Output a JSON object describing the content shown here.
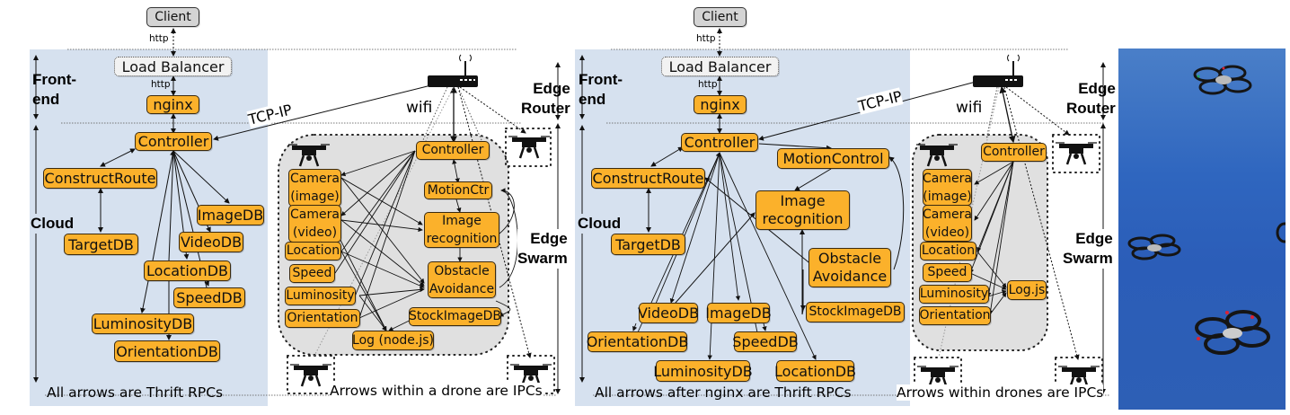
{
  "colors": {
    "service_fill": "#fbb12b",
    "client_fill": "#d4d4d4",
    "cloud_bg": "#d6e1ef",
    "swarm_bg": "#e0e0e0",
    "sky": "#2d62bb"
  },
  "left": {
    "client": "Client",
    "http_top": "http",
    "load_balancer": "Load Balancer",
    "http_mid": "http",
    "nginx": "nginx",
    "tcp_ip": "TCP-IP",
    "wifi": "wifi",
    "tiers": {
      "frontend": "Front-end",
      "frontend_l1": "Front-",
      "frontend_l2": "end",
      "cloud": "Cloud",
      "edge_router_l1": "Edge",
      "edge_router_l2": "Router",
      "edge_swarm_l1": "Edge",
      "edge_swarm_l2": "Swarm"
    },
    "cloud_nodes": {
      "controller": "Controller",
      "construct_route": "ConstructRoute",
      "target_db": "TargetDB",
      "image_db": "ImageDB",
      "video_db": "VideoDB",
      "location_db": "LocationDB",
      "speed_db": "SpeedDB",
      "luminosity_db": "LuminosityDB",
      "orientation_db": "OrientationDB"
    },
    "drone_nodes": {
      "controller": "Controller",
      "camera_image": "Camera (image)",
      "camera_video": "Camera (video)",
      "location": "Location",
      "speed": "Speed",
      "luminosity": "Luminosity",
      "orientation": "Orientation",
      "motion_ctr": "MotionCtr",
      "image_recognition": "Image recognition",
      "obstacle_avoidance": "Obstacle Avoidance",
      "stock_image_db": "StockImageDB",
      "log": "Log (node.js)"
    },
    "caption_cloud": "All arrows are Thrift RPCs",
    "caption_drone": "Arrows within a drone are IPCs"
  },
  "right": {
    "client": "Client",
    "http_top": "http",
    "load_balancer": "Load Balancer",
    "http_mid": "http",
    "nginx": "nginx",
    "tcp_ip": "TCP-IP",
    "wifi": "wifi",
    "tiers": {
      "frontend_l1": "Front-",
      "frontend_l2": "end",
      "cloud": "Cloud",
      "edge_router_l1": "Edge",
      "edge_router_l2": "Router",
      "edge_swarm_l1": "Edge",
      "edge_swarm_l2": "Swarm"
    },
    "cloud_nodes": {
      "controller": "Controller",
      "construct_route": "ConstructRoute",
      "target_db": "TargetDB",
      "motion_control": "MotionControl",
      "image_recognition": "Image recognition",
      "obstacle_avoidance": "Obstacle Avoidance",
      "stock_image_db": "StockImageDB",
      "video_db": "VideoDB",
      "image_db": "ImageDB",
      "orientation_db": "OrientationDB",
      "speed_db": "SpeedDB",
      "luminosity_db": "LuminosityDB",
      "location_db": "LocationDB"
    },
    "drone_nodes": {
      "controller": "Controller",
      "camera_image": "Camera (image)",
      "camera_video": "Camera (video)",
      "location": "Location",
      "speed": "Speed",
      "luminosity": "Luminosity",
      "orientation": "Orientation",
      "log": "Log.js"
    },
    "caption_cloud": "All arrows after nginx are Thrift RPCs",
    "caption_drone": "Arrows within drones are IPCs"
  },
  "photo": {
    "subject": "drone swarm photo",
    "drone_count": 4
  }
}
